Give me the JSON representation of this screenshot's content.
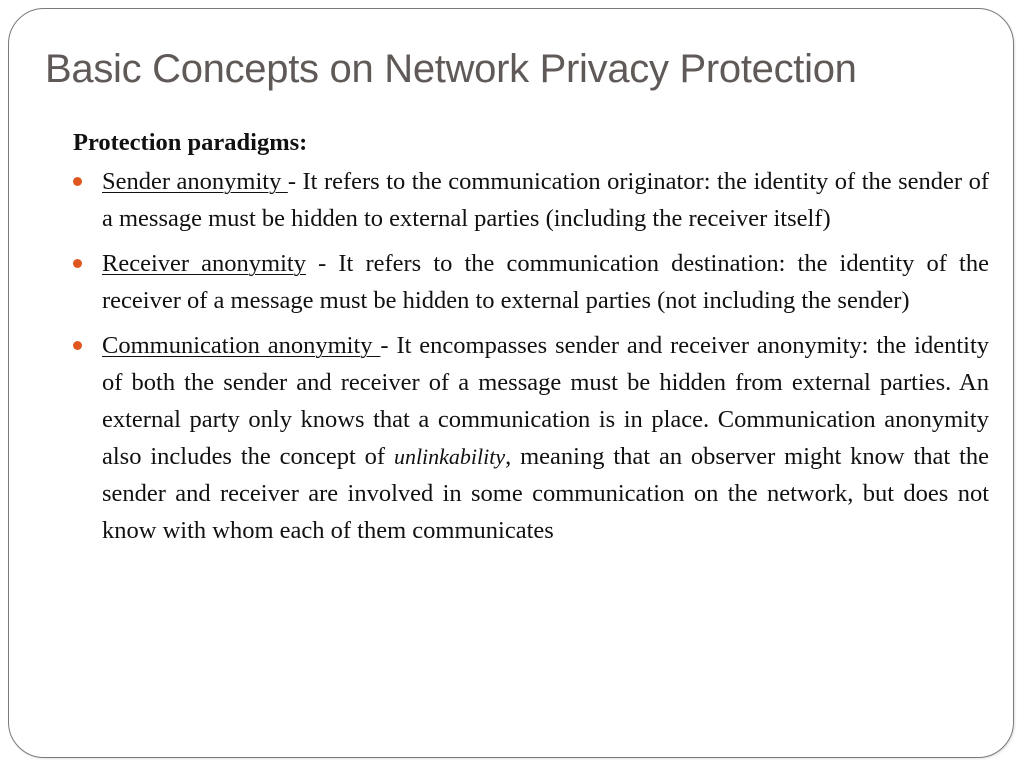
{
  "title": "Basic Concepts on Network Privacy Protection",
  "heading": "Protection paradigms:",
  "bullet_color": "#e0561f",
  "bullets": [
    {
      "term": "Sender anonymity ",
      "text": "- It refers to the communication originator: the identity of the sender of a message must be hidden to external parties (including the receiver itself)"
    },
    {
      "term": "Receiver anonymity",
      "text": " - It refers to the communication destination: the identity of the receiver of a message must be hidden to external parties (not including the sender)"
    },
    {
      "term": "Communication anonymity ",
      "text_before": "- It encompasses sender and receiver anonymity: the identity of both the sender and receiver of a message must be hidden from external parties. An external party only knows that a communication is in place. Communication anonymity also includes the concept of ",
      "emphasis": "unlinkability",
      "text_after": ", meaning that an observer might know that the sender and receiver are involved in some communication on the network, but does not know with whom each of them communicates"
    }
  ]
}
